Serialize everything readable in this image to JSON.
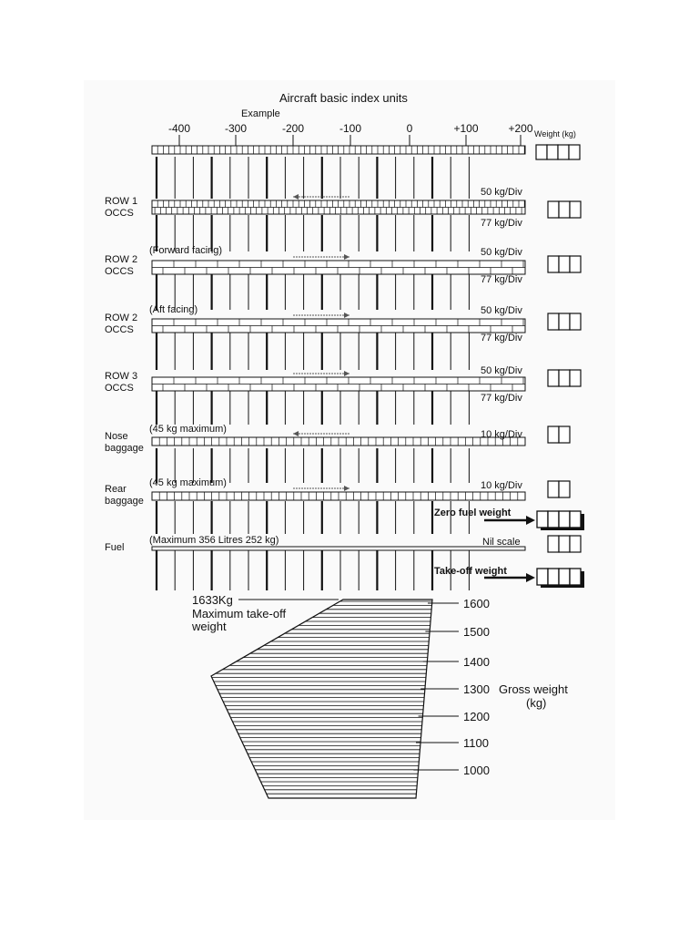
{
  "header": {
    "title": "Aircraft  basic index units",
    "example_label": "Example",
    "weight_col_label": "Weight (kg)"
  },
  "scale_ticks": [
    "-400",
    "-300",
    "-200",
    "-100",
    "0",
    "+100",
    "+200"
  ],
  "rows": [
    {
      "key": "row1",
      "label_lines": [
        "ROW 1",
        "OCCS"
      ],
      "note": "",
      "top_scale": "50 kg/Div",
      "bottom_scale": "77 kg/Div",
      "boxes": 3,
      "arrow_dir": "left"
    },
    {
      "key": "row2f",
      "label_lines": [
        "ROW 2",
        "OCCS"
      ],
      "note": "(Forward facing)",
      "top_scale": "50 kg/Div",
      "bottom_scale": "77 kg/Div",
      "boxes": 3,
      "arrow_dir": "right"
    },
    {
      "key": "row2a",
      "label_lines": [
        "ROW 2",
        "OCCS"
      ],
      "note": "(Aft facing)",
      "top_scale": "50 kg/Div",
      "bottom_scale": "77 kg/Div",
      "boxes": 3,
      "arrow_dir": "right"
    },
    {
      "key": "row3",
      "label_lines": [
        "ROW 3",
        "OCCS"
      ],
      "note": "",
      "top_scale": "50 kg/Div",
      "bottom_scale": "77 kg/Div",
      "boxes": 3,
      "arrow_dir": "right"
    },
    {
      "key": "nose",
      "label_lines": [
        "Nose",
        "baggage"
      ],
      "note": "(45 kg maximum)",
      "top_scale": "10 kg/Div",
      "bottom_scale": "",
      "boxes": 2,
      "arrow_dir": "left"
    },
    {
      "key": "rear",
      "label_lines": [
        "Rear",
        "baggage"
      ],
      "note": "(45 kg maximum)",
      "top_scale": "10 kg/Div",
      "bottom_scale": "",
      "boxes": 2,
      "arrow_dir": "right"
    }
  ],
  "zero_fuel_weight_label": "Zero fuel weight",
  "fuel": {
    "label": "Fuel",
    "note": "(Maximum 356 Litres 252 kg)",
    "scale": "Nil scale"
  },
  "takeoff_weight_label": "Take-off weight",
  "mtow": {
    "value": "1633Kg",
    "line1": "Maximum take-off",
    "line2": "weight"
  },
  "gross_weight": {
    "label_line1": "Gross weight",
    "label_line2": "(kg)",
    "ticks": [
      "1600",
      "1500",
      "1400",
      "1300",
      "1200",
      "1100",
      "1000"
    ]
  }
}
